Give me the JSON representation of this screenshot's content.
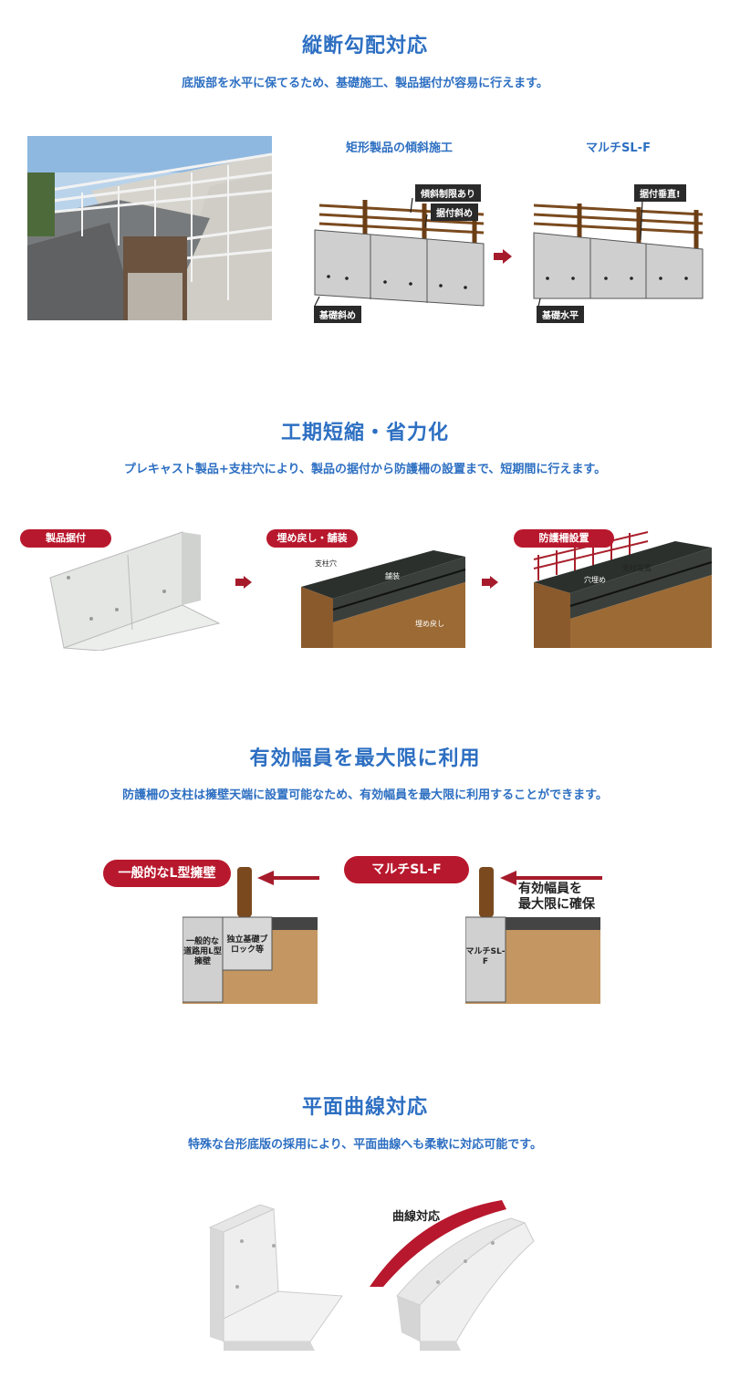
{
  "sections": [
    {
      "title": "縦断勾配対応",
      "desc": "底版部を水平に保てるため、基礎施工、製品据付が容易に行えます。"
    },
    {
      "title": "工期短縮・省力化",
      "desc": "プレキャスト製品+支柱穴により、製品の据付から防護柵の設置まで、短期間に行えます。"
    },
    {
      "title": "有効幅員を最大限に利用",
      "desc": "防護柵の支柱は擁壁天端に設置可能なため、有効幅員を最大限に利用することができます。"
    },
    {
      "title": "平面曲線対応",
      "desc": "特殊な台形底版の採用により、平面曲線へも柔軟に対応可能です。"
    }
  ],
  "slope": {
    "left_heading": "矩形製品の傾斜施工",
    "right_heading": "マルチSL-F",
    "left_labels": {
      "limit": "傾斜制限あり",
      "install": "据付斜め",
      "base": "基礎斜め"
    },
    "right_labels": {
      "install": "据付垂直!",
      "base": "基礎水平"
    }
  },
  "period": {
    "steps": [
      "製品据付",
      "埋め戻し・舗装",
      "防護柵設置"
    ],
    "step2_labels": {
      "hole": "支柱穴",
      "paving": "舗装",
      "backfill": "埋め戻し"
    },
    "step3_labels": {
      "post": "支柱設置",
      "fill": "穴埋め"
    }
  },
  "width": {
    "left_pill": "一般的なL型擁壁",
    "right_pill": "マルチSL-F",
    "left_wall": "一般的な道路用L型擁壁",
    "left_block": "独立基礎ブロック等",
    "right_wall": "マルチSL-F",
    "right_note_1": "有効幅員を",
    "right_note_2": "最大限に確保"
  },
  "curve": {
    "label": "曲線対応"
  },
  "colors": {
    "title_blue": "#2d6fc2",
    "accent_red": "#b8182d",
    "arrow_red": "#a61b2b"
  }
}
